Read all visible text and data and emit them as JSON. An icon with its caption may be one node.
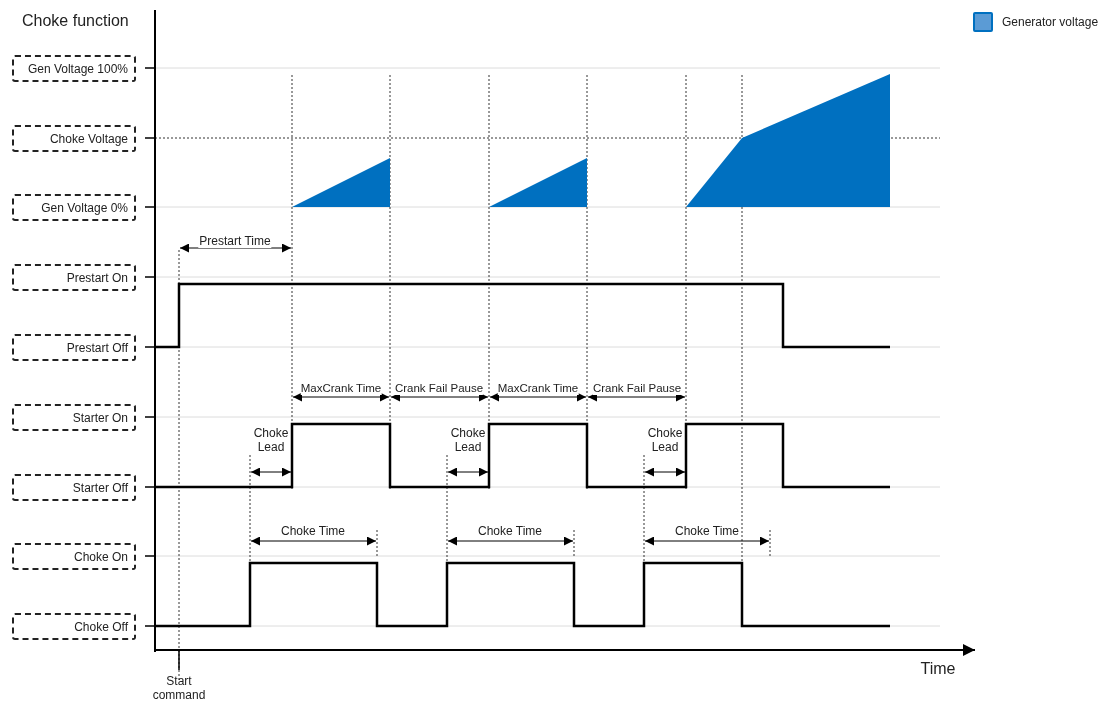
{
  "diagram": {
    "title": "Choke function",
    "nodes": [
      {
        "text": [
          "Gen Voltage 100%"
        ]
      },
      {
        "text": [
          "Choke Voltage"
        ]
      },
      {
        "text": [
          "Gen Voltage 0%"
        ]
      },
      {
        "text": [
          "Prestart On"
        ]
      },
      {
        "text": [
          "Prestart Off"
        ]
      },
      {
        "text": [
          "Starter On"
        ]
      },
      {
        "text": [
          "Starter Off"
        ]
      },
      {
        "text": [
          "Choke On"
        ]
      },
      {
        "text": [
          "Choke Off"
        ]
      }
    ],
    "labels": [
      "Prestart Time",
      "MaxCrank Time",
      "Crank Fail Pause",
      "MaxCrank Time",
      "Crank Fail Pause",
      "Choke Lead",
      "Choke Lead",
      "Choke Lead",
      "Choke Time",
      "Choke Time",
      "Choke Time",
      "Time",
      "Start command"
    ],
    "legend": [
      {
        "text": "Generator voltage",
        "color": "#5b9bd5"
      }
    ]
  }
}
